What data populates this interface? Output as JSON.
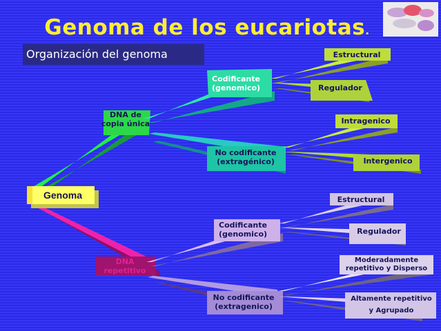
{
  "title": "Genoma de los eucariotas",
  "title_period": ".",
  "subtitle": "Organización del genoma",
  "root": "Genoma",
  "branches": {
    "unique": {
      "label_line1": "DNA de",
      "label_line2": "copia única",
      "coding": {
        "line1": "Codificante",
        "line2": "(genomico)",
        "leaves": [
          "Estructural",
          "Regulador"
        ]
      },
      "noncoding": {
        "line1": "No codificante",
        "line2": "(extragénico)",
        "leaves": [
          "Intragenico",
          "Intergenico"
        ]
      }
    },
    "repetitive": {
      "label_line1": "DNA",
      "label_line2": "repetitivo",
      "coding": {
        "line1": "Codificante",
        "line2": "(genomico)",
        "leaves": [
          "Estructural",
          "Regulador"
        ]
      },
      "noncoding": {
        "line1": "No codificante",
        "line2": "(extragenico)",
        "leaves": [
          {
            "line1": "Moderadamente",
            "line2": "repetitivo y Disperso"
          },
          {
            "line1": "Altamente repetitivo",
            "line2": "y Agrupado"
          }
        ]
      }
    }
  },
  "colors": {
    "background": "#2f2ff0",
    "title": "#ffee33",
    "unique_branch": "#22ee44",
    "unique_coding": "#2ee8aa",
    "unique_leaf": "#c8ee40",
    "repetitive_branch": "#ee22aa",
    "repetitive_sub": "#dcbcf4",
    "root_box": "#ffff66"
  }
}
